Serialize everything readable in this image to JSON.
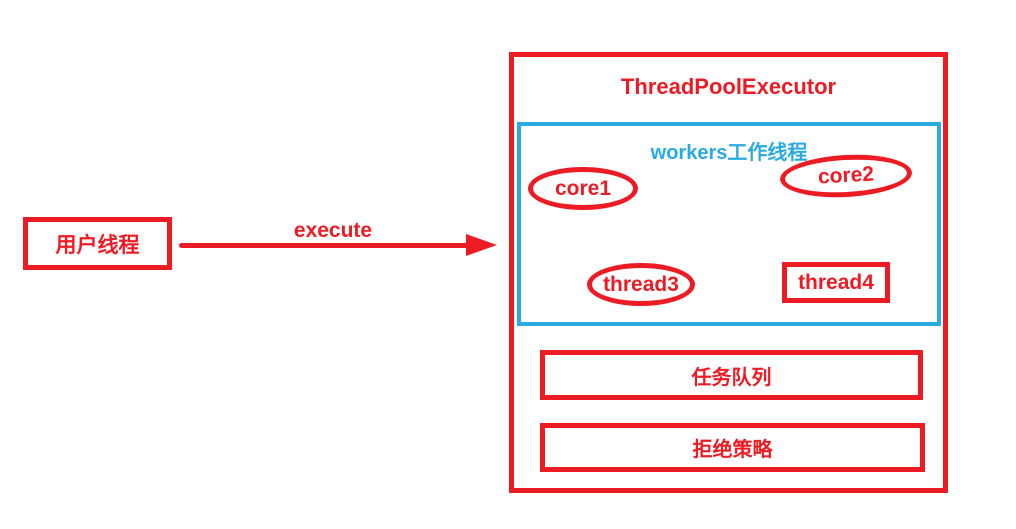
{
  "colors": {
    "red": "#ed1c24",
    "blue": "#29abe2",
    "background": "#ffffff"
  },
  "diagram": {
    "user_thread": {
      "label": "用户线程"
    },
    "arrow": {
      "label": "execute"
    },
    "executor": {
      "title": "ThreadPoolExecutor"
    },
    "workers_group": {
      "title": "workers工作线程"
    },
    "workers": [
      {
        "label": "core1",
        "shape": "ellipse"
      },
      {
        "label": "core2",
        "shape": "ellipse"
      },
      {
        "label": "thread3",
        "shape": "ellipse"
      },
      {
        "label": "thread4",
        "shape": "rect"
      }
    ],
    "task_queue": {
      "label": "任务队列"
    },
    "reject_policy": {
      "label": "拒绝策略"
    }
  }
}
